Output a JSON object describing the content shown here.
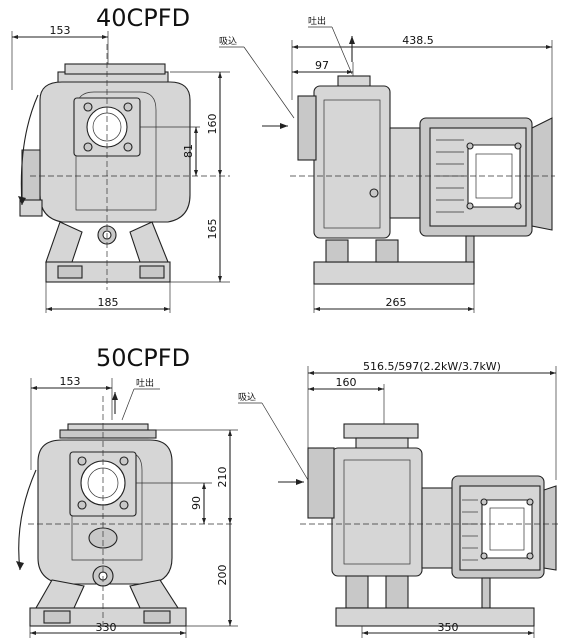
{
  "pump_40": {
    "model": "40CPFD",
    "dims": {
      "d153": "153",
      "d160": "160",
      "d81": "81",
      "d165": "165",
      "d185": "185",
      "d438": "438.5",
      "d97": "97",
      "d265": "265"
    },
    "labels": {
      "discharge": "吐出",
      "suction": "吸込"
    }
  },
  "pump_50": {
    "model": "50CPFD",
    "dims": {
      "d153": "153",
      "d210": "210",
      "d90": "90",
      "d200": "200",
      "d330": "330",
      "d516": "516.5/597(2.2kW/3.7kW)",
      "d160": "160",
      "d350": "350"
    },
    "labels": {
      "discharge": "吐出",
      "suction": "吸込"
    }
  }
}
